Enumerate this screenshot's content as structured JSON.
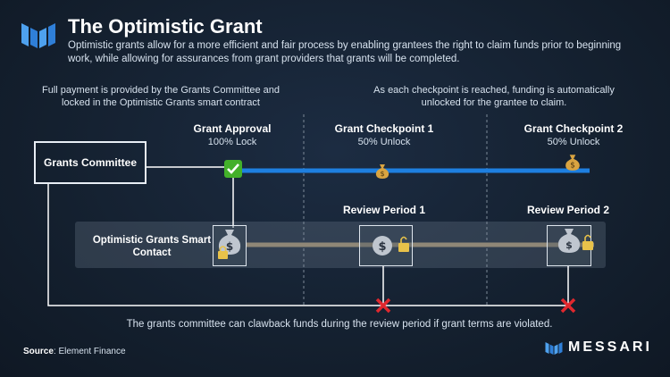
{
  "header": {
    "title": "The Optimistic Grant",
    "subtitle": "Optimistic grants allow for a more efficient and fair process by enabling grantees the right to claim funds prior to beginning work, while allowing for assurances from grant providers that grants will be completed."
  },
  "notes": {
    "left": "Full payment is provided by the Grants Committee and locked in the Optimistic Grants smart contract",
    "right": "As each checkpoint is reached, funding is automatically unlocked for the grantee to claim."
  },
  "columns": [
    {
      "title": "Grant Approval",
      "sub": "100% Lock"
    },
    {
      "title": "Grant Checkpoint 1",
      "sub": "50% Unlock"
    },
    {
      "title": "Grant Checkpoint 2",
      "sub": "50% Unlock"
    }
  ],
  "committee_label": "Grants Committee",
  "contract_label": "Optimistic Grants Smart Contact",
  "review_periods": [
    "Review Period 1",
    "Review Period 2"
  ],
  "footer_note": "The grants committee can clawback funds during the review period if grant terms are violated.",
  "source": {
    "label": "Source",
    "value": ": Element Finance"
  },
  "brand": "MESSARI",
  "colors": {
    "flow_line": "#1e7fe0",
    "contract_line": "#8f8777",
    "check": "#43b02a",
    "cross": "#e0282e",
    "lock": "#e8c24a"
  },
  "icons": [
    "messari-logo",
    "check-icon",
    "money-bag-icon",
    "lock-icon",
    "cross-icon"
  ]
}
